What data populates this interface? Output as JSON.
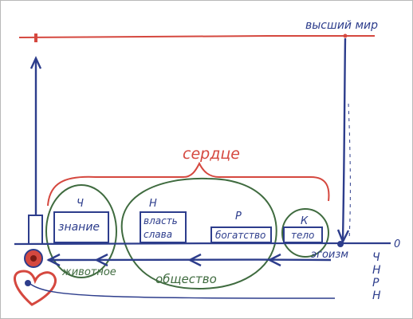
{
  "labels": {
    "upper_world": "высший мир",
    "heart": "сердце",
    "egoism": "эгоизм",
    "zero": "0",
    "society": "общество",
    "animal": "животное",
    "letters": [
      "Ч",
      "Н",
      "Р",
      "Н"
    ]
  },
  "boxes": [
    {
      "letter": "Ч",
      "text": "знание"
    },
    {
      "letter": "Н",
      "text": "власть\nслава"
    },
    {
      "letter": "Р",
      "text": "богатство"
    },
    {
      "letter": "К",
      "text": "тело"
    }
  ],
  "colors": {
    "red": "#d5483f",
    "blue": "#2d3d8c",
    "green": "#3f6b3f",
    "frame": "#b8b8b8"
  }
}
